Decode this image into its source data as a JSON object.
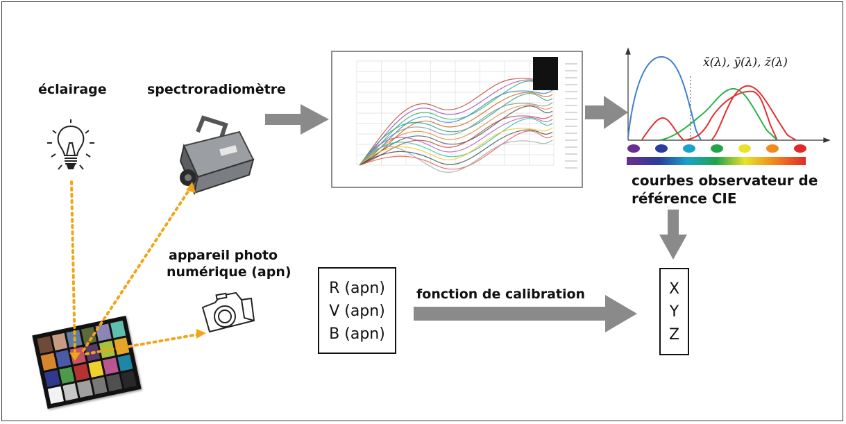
{
  "labels": {
    "eclairage": "éclairage",
    "spectro": "spectroradiomètre",
    "apn_line1": "appareil photo",
    "apn_line2": "numérique (apn)",
    "cie_line1": "courbes observateur de",
    "cie_line2": "référence CIE",
    "calibration": "fonction de calibration",
    "cmf_title": "x̄(λ), ȳ(λ), z̄(λ)"
  },
  "rvb_box": [
    "R (apn)",
    "V (apn)",
    "B (apn)"
  ],
  "xyz_box": [
    "X",
    "Y",
    "Z"
  ],
  "colors": {
    "arrow": "#8a8a8a",
    "dotted": "#f2a516",
    "blue_curve": "#3d7fd1",
    "green_curve": "#27b14a",
    "red_curve": "#e0312f"
  },
  "spectrum_dots": [
    "#6b2d91",
    "#2b3d9c",
    "#1aa2c9",
    "#21a34a",
    "#e6e32a",
    "#f08a1d",
    "#e02a2a"
  ],
  "checker_colors": [
    "#6e4a3a",
    "#c79a84",
    "#5f7ca1",
    "#5b6b3b",
    "#8b86b5",
    "#5fbfae",
    "#d8862e",
    "#4a5aa6",
    "#c45566",
    "#5a3a6a",
    "#a6c040",
    "#e3a52c",
    "#2f3a8e",
    "#4c9a4a",
    "#b63230",
    "#eed12c",
    "#b85592",
    "#1f86a8",
    "#f2f2f2",
    "#c8c8c8",
    "#a0a0a0",
    "#787878",
    "#505050",
    "#282828"
  ]
}
